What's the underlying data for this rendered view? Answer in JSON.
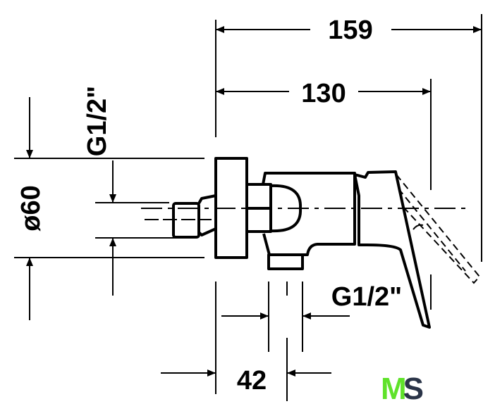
{
  "dimensions": {
    "overall_length": "159",
    "handle_length": "130",
    "plate_diameter": "ø60",
    "inlet_thread": "G1/2\"",
    "outlet_thread": "G1/2\"",
    "outlet_offset": "42"
  },
  "logo": {
    "letter1": "M",
    "letter2": "S",
    "color1": "#5fe22a",
    "color2": "#2a3448"
  }
}
